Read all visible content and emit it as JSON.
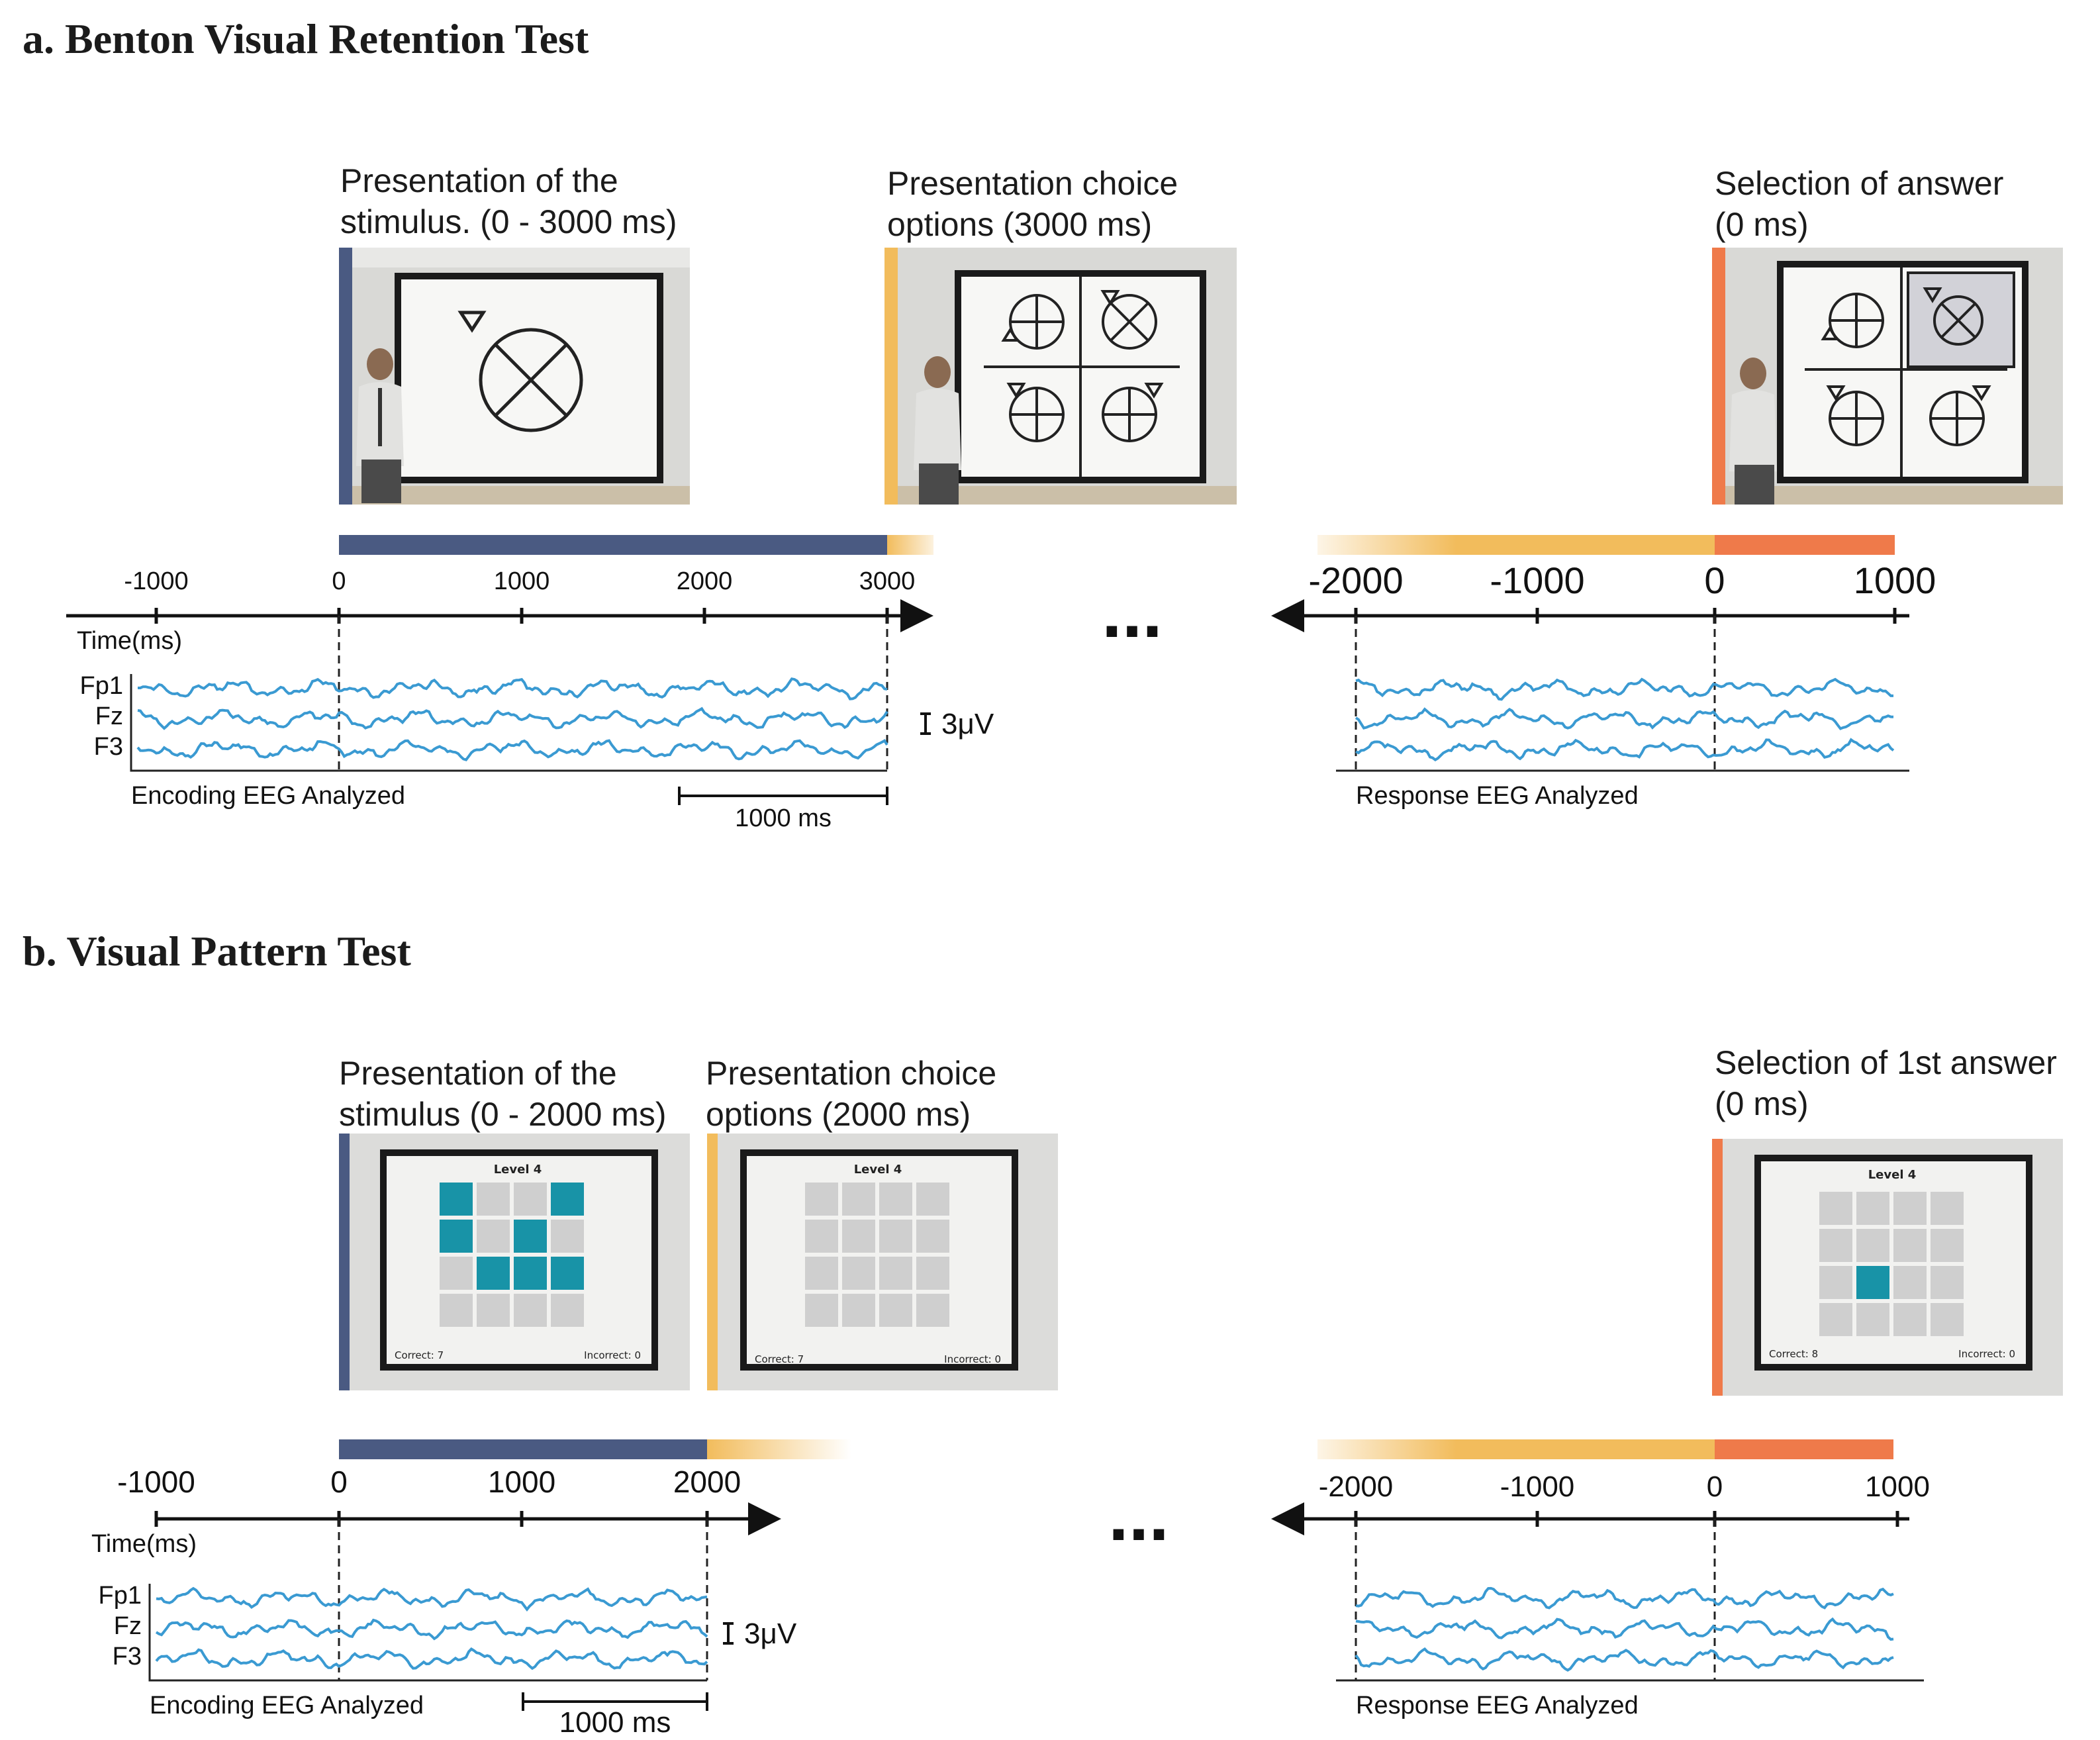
{
  "colors": {
    "encoding": "#4a5a82",
    "choice": "#f2bc5c",
    "response": "#ef7a4a",
    "eeg": "#3a9ad2",
    "tile_on": "#1893a7",
    "tile_off": "#cfcfcf"
  },
  "section_a": {
    "title": "a. Benton Visual Retention Test",
    "stimulus_caption": [
      "Presentation of the",
      "stimulus. (0 - 3000 ms)"
    ],
    "choice_caption": [
      "Presentation choice",
      "options (3000 ms)"
    ],
    "answer_caption": [
      "Selection of answer",
      "(0 ms)"
    ],
    "left_axis": {
      "ticks": [
        "-1000",
        "0",
        "1000",
        "2000",
        "3000"
      ],
      "label": "Time(ms)"
    },
    "right_axis": {
      "ticks": [
        "-2000",
        "-1000",
        "0",
        "1000"
      ]
    },
    "channels": [
      "Fp1",
      "Fz",
      "F3"
    ],
    "amplitude_scale": "3μV",
    "time_scale": "1000 ms",
    "encoding_label": "Encoding EEG Analyzed",
    "response_label": "Response EEG Analyzed",
    "ellipsis": "..."
  },
  "section_b": {
    "title": "b. Visual Pattern Test",
    "stimulus_caption": [
      "Presentation of the",
      "stimulus (0 - 2000 ms)"
    ],
    "choice_caption": [
      "Presentation choice",
      "options (2000 ms)"
    ],
    "answer_caption": [
      "Selection of 1st answer",
      "(0 ms)"
    ],
    "left_axis": {
      "ticks": [
        "-1000",
        "0",
        "1000",
        "2000"
      ],
      "label": "Time(ms)"
    },
    "right_axis": {
      "ticks": [
        "-2000",
        "-1000",
        "0",
        "1000"
      ]
    },
    "channels": [
      "Fp1",
      "Fz",
      "F3"
    ],
    "amplitude_scale": "3μV",
    "time_scale": "1000 ms",
    "encoding_label": "Encoding EEG Analyzed",
    "response_label": "Response EEG Analyzed",
    "ellipsis": "...",
    "screens": [
      {
        "level": "Level 4",
        "correct": "Correct: 7",
        "incorrect": "Incorrect: 0",
        "filled": [
          0,
          3,
          4,
          6,
          9,
          10,
          11
        ]
      },
      {
        "level": "Level 4",
        "correct": "Correct: 7",
        "incorrect": "Incorrect: 0",
        "filled": []
      },
      {
        "level": "Level 4",
        "correct": "Correct: 8",
        "incorrect": "Incorrect: 0",
        "filled": [
          9
        ]
      }
    ]
  }
}
